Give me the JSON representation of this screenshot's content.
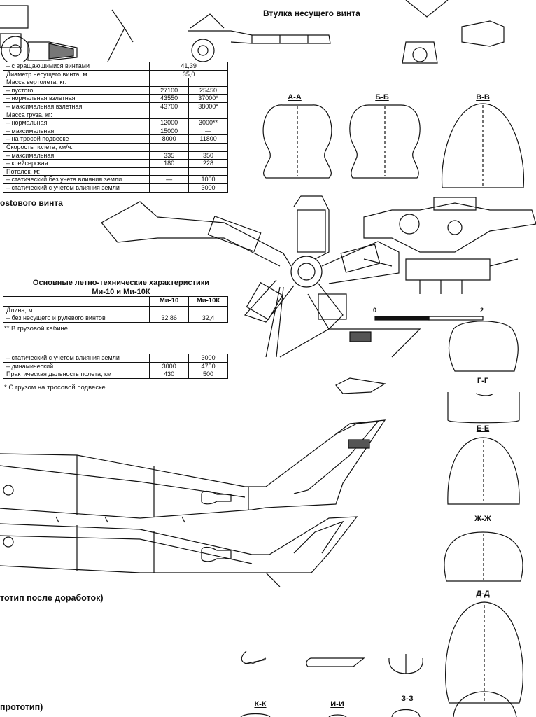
{
  "titles": {
    "rotor_hub": "Втулка несущего винта",
    "tail_rotor_hub": "ostового винта",
    "specs_title": "Основные летно-технические характеристики\nМи-10 и Ми-10К",
    "prototype_modified": "тотип после доработок)",
    "prototype": "прототип)"
  },
  "section_labels": [
    "А-А",
    "Б-Б",
    "В-В",
    "Г-Г",
    "Е-Е",
    "Ж-Ж",
    "Д-Д",
    "К-К",
    "И-И",
    "З-З"
  ],
  "scale": {
    "min": "0",
    "max": "2"
  },
  "table_top": {
    "rows": [
      {
        "label": "– с вращающимися винтами",
        "v1": "41,39",
        "v2": ""
      },
      {
        "label": "Диаметр несущего винта, м",
        "v1": "35,0",
        "v2": ""
      },
      {
        "label": "Масса вертолета, кг:",
        "v1": "",
        "v2": ""
      },
      {
        "label": "– пустого",
        "v1": "27100",
        "v2": "25450"
      },
      {
        "label": "– нормальная взлетная",
        "v1": "43550",
        "v2": "37000*"
      },
      {
        "label": "– максимальная взлетная",
        "v1": "43700",
        "v2": "38000*"
      },
      {
        "label": "Масса груза, кг:",
        "v1": "",
        "v2": ""
      },
      {
        "label": "– нормальная",
        "v1": "12000",
        "v2": "3000**"
      },
      {
        "label": "– максимальная",
        "v1": "15000",
        "v2": "—"
      },
      {
        "label": "– на тросой подвеске",
        "v1": "8000",
        "v2": "11800"
      },
      {
        "label": "Скорость полета, км/ч:",
        "v1": "",
        "v2": ""
      },
      {
        "label": "– максимальная",
        "v1": "335",
        "v2": "350"
      },
      {
        "label": "– крейсерская",
        "v1": "180",
        "v2": "228"
      },
      {
        "label": "Потолок, м:",
        "v1": "",
        "v2": ""
      },
      {
        "label": "– статический без учета влияния земли",
        "v1": "—",
        "v2": "1000"
      },
      {
        "label": "– статический с учетом влияния земли",
        "v1": "",
        "v2": "3000"
      }
    ]
  },
  "table_mid": {
    "headers": [
      "",
      "Ми-10",
      "Ми-10К"
    ],
    "rows": [
      {
        "label": "Длина, м",
        "v1": "",
        "v2": ""
      },
      {
        "label": "– без несущего и рулевого винтов",
        "v1": "32,86",
        "v2": "32,4"
      }
    ],
    "footnote": "** В грузовой кабине"
  },
  "table_bottom": {
    "rows": [
      {
        "label": "– статический с учетом влияния земли",
        "v1": "",
        "v2": "3000"
      },
      {
        "label": "– динамический",
        "v1": "3000",
        "v2": "4750"
      },
      {
        "label": "Практическая дальность полета, км",
        "v1": "430",
        "v2": "500"
      }
    ],
    "footnote": "* С грузом на тросовой подвеске"
  }
}
